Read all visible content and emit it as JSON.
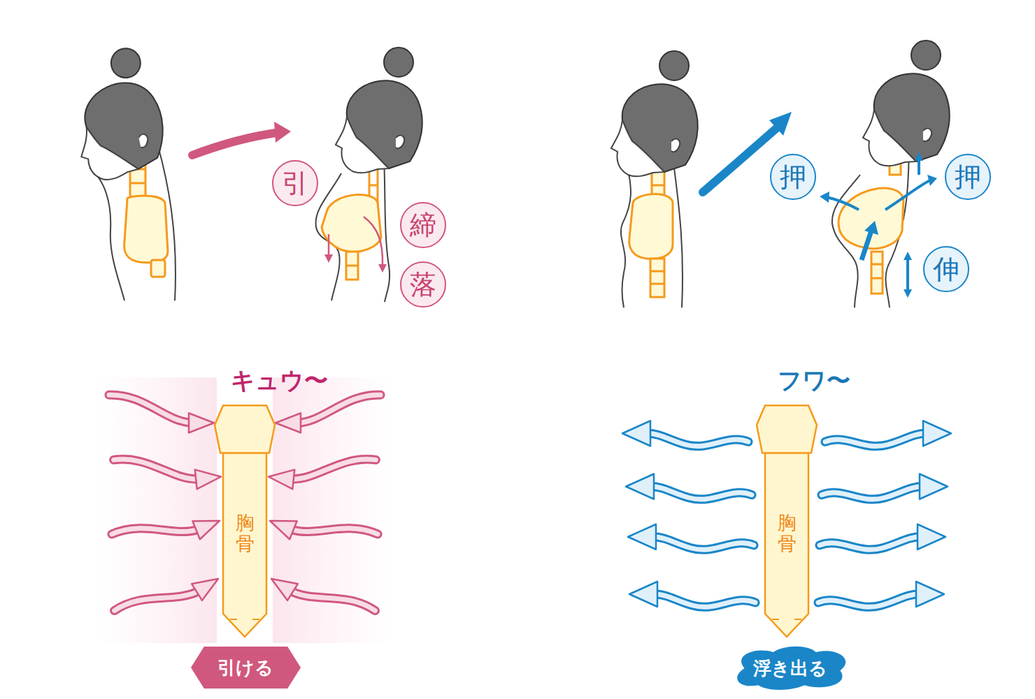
{
  "diagram": {
    "nodes": [
      {
        "text": [
          "引"
        ]
      },
      {
        "text": [
          "締"
        ]
      },
      {
        "text": [
          "落"
        ]
      },
      {
        "text": [
          "押"
        ]
      },
      {
        "text": [
          "押"
        ]
      },
      {
        "text": [
          "伸"
        ]
      },
      {
        "text": [
          "胸骨"
        ]
      },
      {
        "text": [
          "引ける"
        ]
      },
      {
        "text": [
          "胸骨"
        ]
      },
      {
        "text": [
          "浮き出る"
        ]
      }
    ],
    "labels": [
      "キュウ〜",
      "フワ〜"
    ]
  }
}
